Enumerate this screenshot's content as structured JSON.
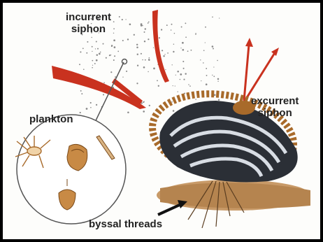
{
  "labels": {
    "incurrent_line1": "incurrent",
    "incurrent_line2": "siphon",
    "excurrent_line1": "excurrent",
    "excurrent_line2": "siphon",
    "plankton": "plankton",
    "byssal": "byssal threads"
  },
  "colors": {
    "frame": "#000000",
    "background": "#fdfdfb",
    "arrow_red": "#c9321f",
    "shell_dark": "#2b2f36",
    "shell_light": "#d8dde4",
    "mantle_fringe": "#a86a2a",
    "rock": "#c89a68",
    "text": "#222222"
  },
  "icons": [
    "incurrent-arrow-icon",
    "excurrent-arrow-icon",
    "byssal-arrow-icon",
    "magnifier-icon"
  ]
}
